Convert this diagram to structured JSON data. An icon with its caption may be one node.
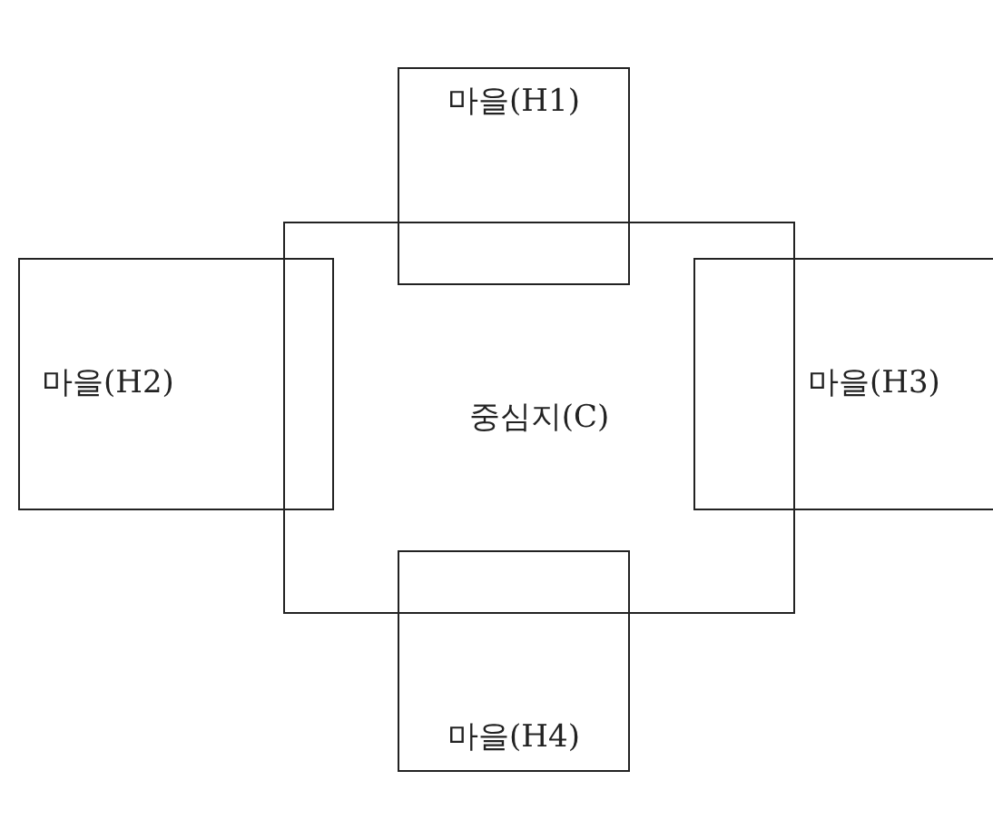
{
  "diagram": {
    "nodes": [
      {
        "text": [
          "중심지(C)"
        ]
      },
      {
        "text": [
          "마을(H1)"
        ]
      },
      {
        "text": [
          "마을(H2)"
        ]
      },
      {
        "text": [
          "마을(H3)"
        ]
      },
      {
        "text": [
          "마을(H4)"
        ]
      }
    ],
    "edges": []
  }
}
